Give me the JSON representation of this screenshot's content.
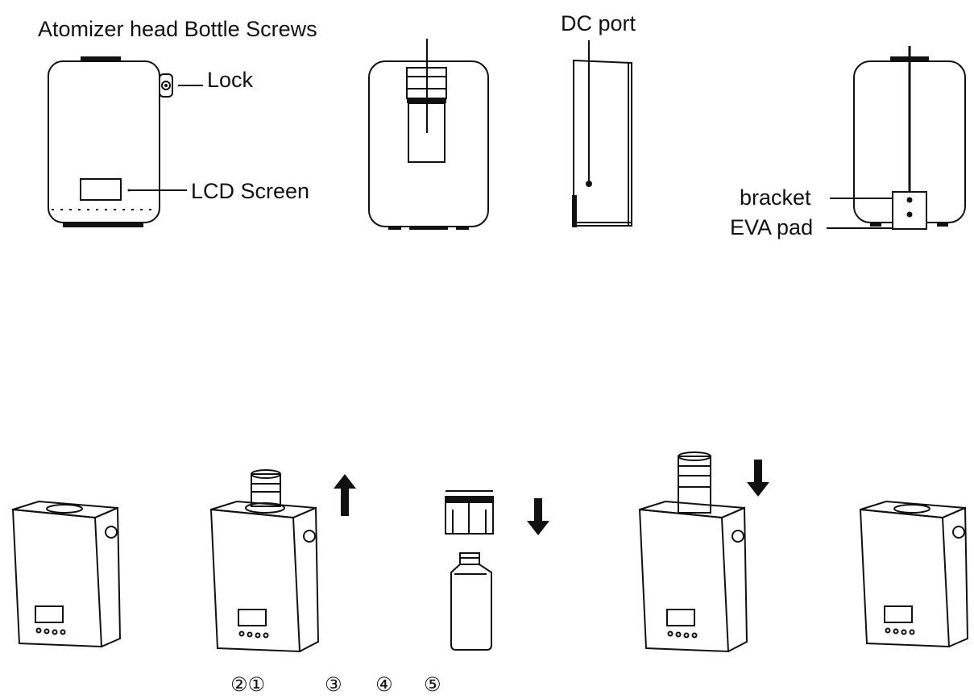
{
  "labels": {
    "atomizer": "Atomizer head Bottle Screws",
    "lock": "Lock",
    "lcd": "LCD Screen",
    "dc_port": "DC port",
    "bracket": "bracket",
    "eva_pad": "EVA pad"
  },
  "steps": [
    "②①",
    "③",
    "④",
    "⑤"
  ],
  "arrows": {
    "step2": "up",
    "step3": "down",
    "step4": "down"
  }
}
